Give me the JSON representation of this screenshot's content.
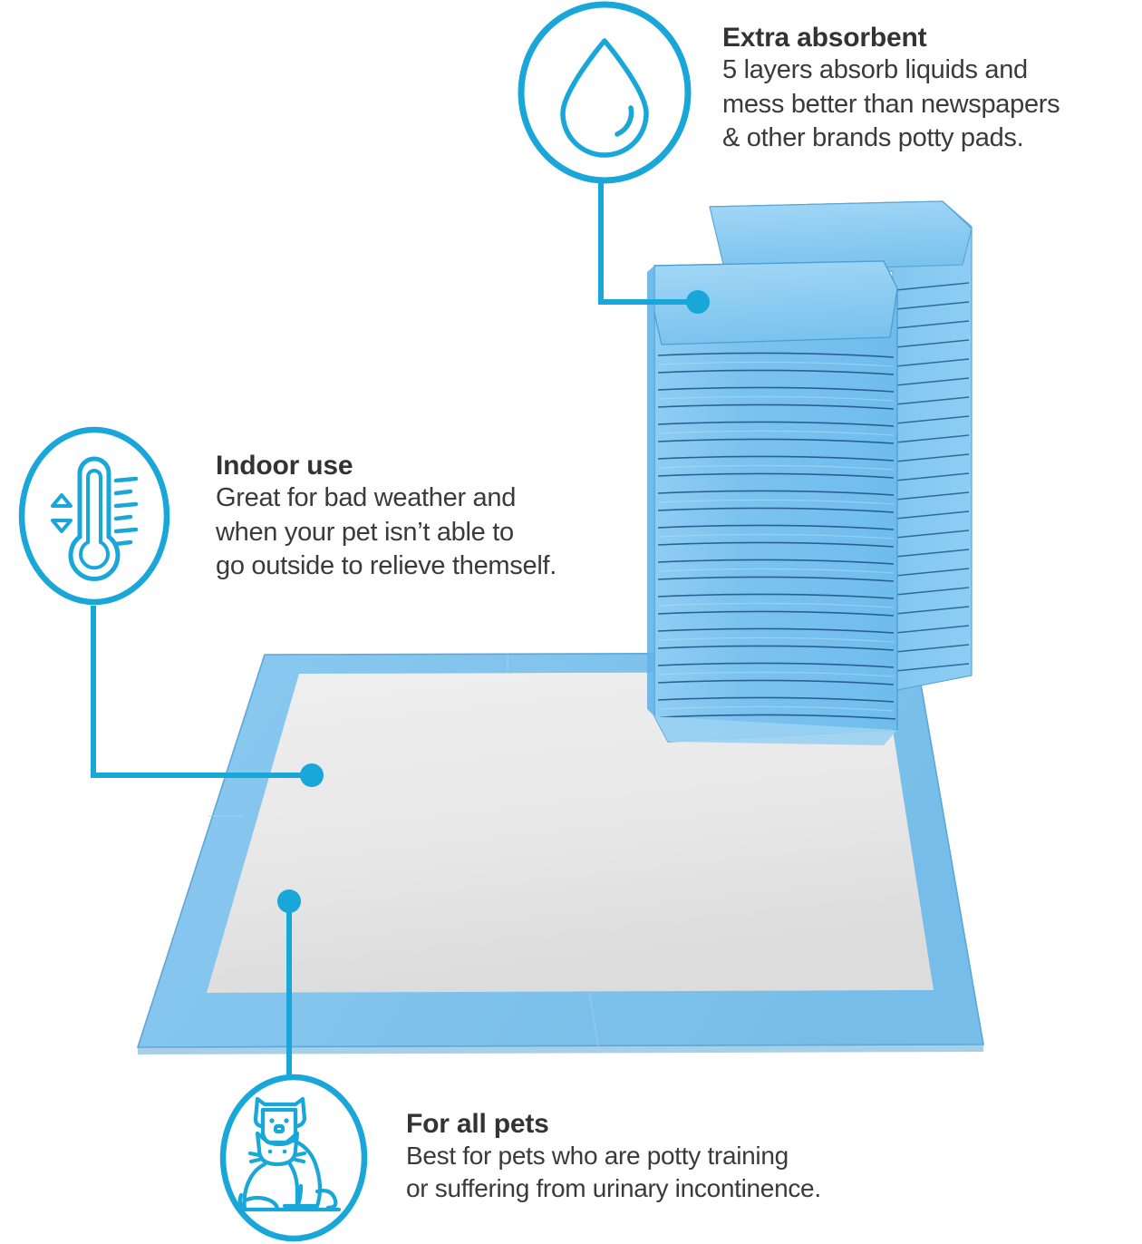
{
  "theme": {
    "accent": "#18a7d8",
    "pad_blue": "#7fc2ec",
    "pad_blue_dark": "#6fb6e6",
    "pad_center": "#e9e9e9",
    "stack_blue": "#77c2ef",
    "stack_line": "#1b4a80",
    "text_dark": "#333333",
    "background": "#ffffff"
  },
  "product": {
    "name": "disposable puppy training pad",
    "stack_label": "stack of folded blue pet training pads",
    "floor_pad_label": "single unfolded training pad laid flat"
  },
  "callouts": [
    {
      "id": "extra-absorbent",
      "icon": "water-drop-icon",
      "title": "Extra absorbent",
      "body_lines": [
        "5 layers absorb liquids and",
        "mess better than newspapers",
        "& other brands potty pads."
      ]
    },
    {
      "id": "indoor-use",
      "icon": "thermometer-icon",
      "title": "Indoor use",
      "body_lines": [
        "Great for bad weather and",
        "when your pet isn’t able to",
        "go outside to relieve themself."
      ]
    },
    {
      "id": "for-all-pets",
      "icon": "dog-and-cat-icon",
      "title": "For all pets",
      "body_lines": [
        "Best for pets who are potty training",
        "or suffering from urinary incontinence."
      ]
    }
  ]
}
